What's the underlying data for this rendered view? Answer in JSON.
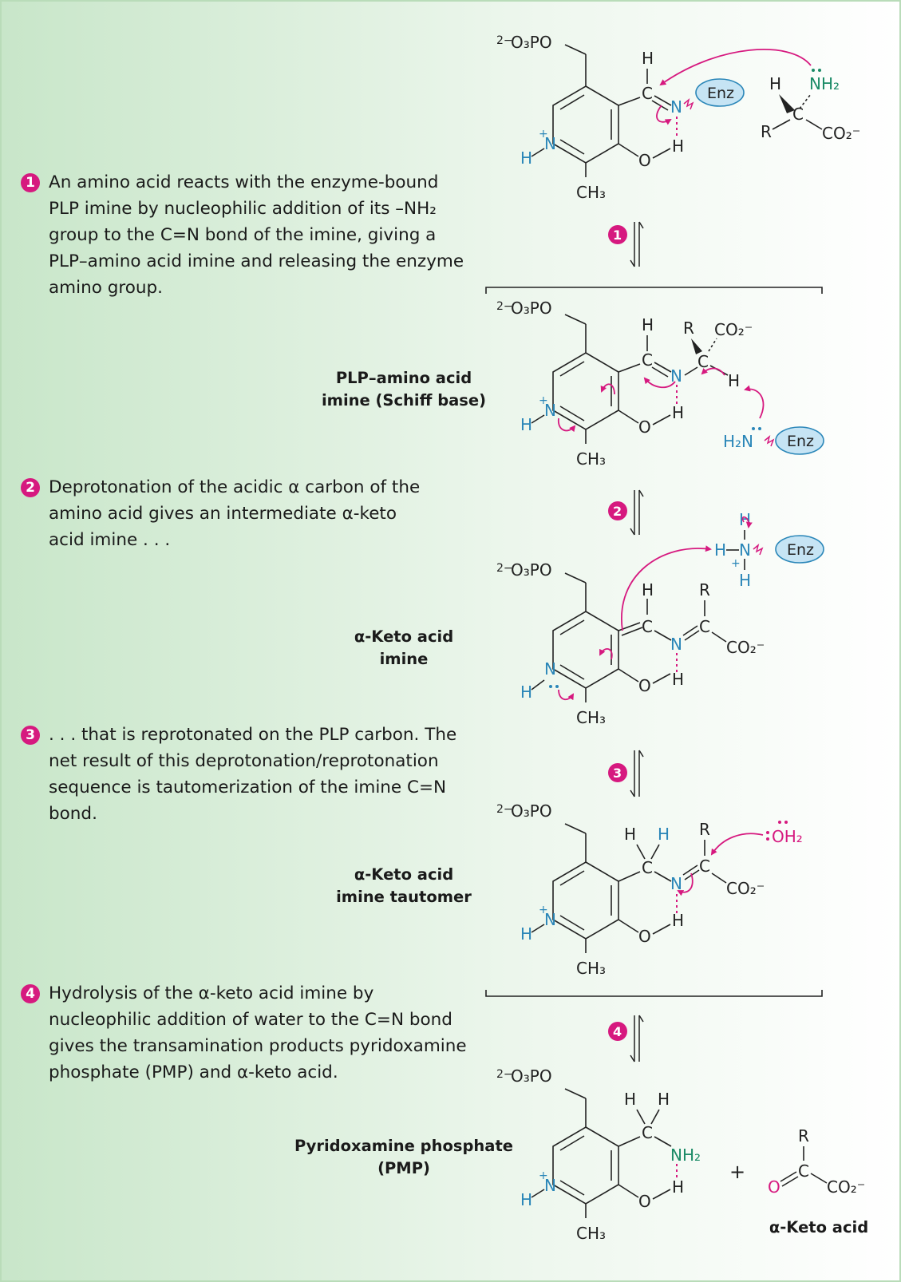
{
  "steps": [
    {
      "num": "1",
      "text": "An amino acid reacts with the enzyme-bound\nPLP imine by nucleophilic addition of its –NH₂\ngroup to the C=N bond of the imine, giving a\nPLP–amino acid imine and releasing the enzyme\namino group."
    },
    {
      "num": "2",
      "text": "Deprotonation of the acidic α carbon of the\namino acid gives an intermediate α-keto\nacid imine . . ."
    },
    {
      "num": "3",
      "text": ". . . that is reprotonated on the PLP carbon. The\nnet result of this deprotonation/reprotonation\nsequence is tautomerization of the imine C=N\nbond."
    },
    {
      "num": "4",
      "text": "Hydrolysis of the α-keto acid imine by\nnucleophilic addition of water to the C=N bond\ngives the transamination products pyridoxamine\nphosphate (PMP) and α-keto acid."
    }
  ],
  "structure_labels": {
    "schiff_base": "PLP–amino acid\nimine (Schiff base)",
    "keto_imine": "α-Keto acid\nimine",
    "keto_tautomer": "α-Keto acid\nimine tautomer",
    "pmp": "Pyridoxamine phosphate\n(PMP)",
    "keto_acid": "α-Keto acid"
  },
  "arrow_numbers": [
    "1",
    "2",
    "3",
    "4"
  ],
  "atoms": {
    "phosphate_charge": "2−",
    "phosphate": "O₃PO",
    "enz": "Enz",
    "h": "H",
    "n": "N",
    "o": "O",
    "c": "C",
    "r": "R",
    "ch3": "CH₃",
    "nh2": "NH₂",
    "h2n": "H₂N",
    "co2": "CO₂⁻",
    "oh2": "OH₂",
    "plus": "+",
    "charge_plus": "+"
  },
  "colors": {
    "magenta": "#d6197f",
    "blue": "#2a86b8",
    "teal": "#1a8a66",
    "enz_fill": "#c6e4f4",
    "enz_stroke": "#2a86b8",
    "green_bg": "#c8e6c9"
  }
}
